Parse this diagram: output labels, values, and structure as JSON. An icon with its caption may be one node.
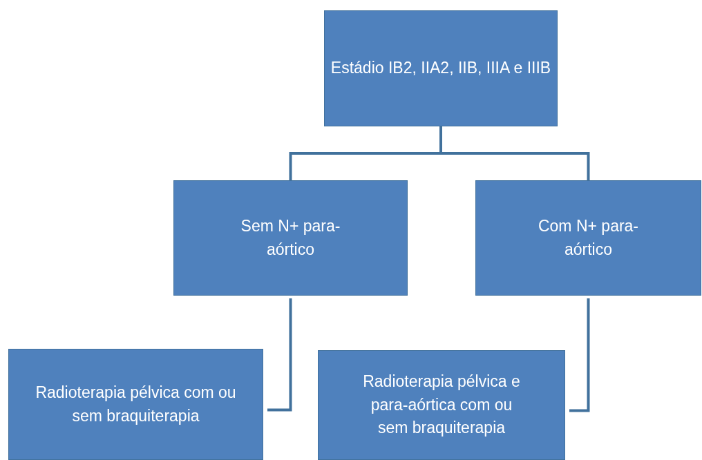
{
  "diagram": {
    "nodes": [
      {
        "text": [
          "Estádio IB2, IIA2, IIB, IIIA e IIIB"
        ]
      },
      {
        "text": [
          "Sem N+ para-aórtico"
        ]
      },
      {
        "text": [
          "Com N+ para-aórtico"
        ]
      },
      {
        "text": [
          "Radioterapia pélvica com ou sem braquiterapia"
        ]
      },
      {
        "text": [
          "Radioterapia pélvica e para-aórtica com ou sem braquiterapia"
        ]
      }
    ],
    "edges": [
      {
        "from": 0,
        "to": 1,
        "arrow": "none"
      },
      {
        "from": 0,
        "to": 2,
        "arrow": "none"
      },
      {
        "from": 1,
        "to": 3,
        "arrow": "none"
      },
      {
        "from": 2,
        "to": 4,
        "arrow": "none"
      }
    ]
  }
}
